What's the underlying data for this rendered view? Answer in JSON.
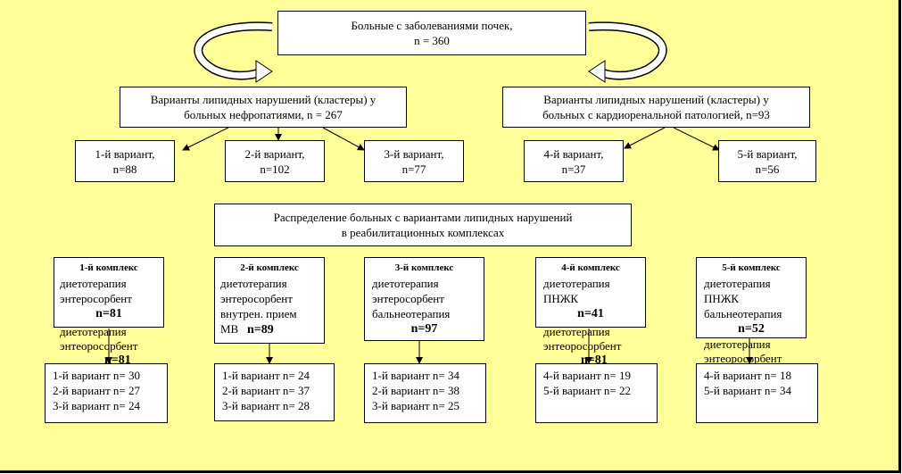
{
  "top": {
    "line1": "Больные с заболеваниями почек,",
    "line2": "n = 360"
  },
  "nephro": {
    "line1": "Варианты липидных нарушений (кластеры) у",
    "line2": "больных нефропатиями,  n = 267"
  },
  "cardio": {
    "line1": "Варианты  липидных  нарушений  (кластеры)  у",
    "line2": "больных с кардиоренальной патологией, n=93"
  },
  "variants": [
    {
      "label": "1-й вариант,",
      "n": "n=88"
    },
    {
      "label": "2-й вариант,",
      "n": "n=102"
    },
    {
      "label": "3-й вариант,",
      "n": "n=77"
    },
    {
      "label": "4-й вариант,",
      "n": "n=37"
    },
    {
      "label": "5-й вариант,",
      "n": "n=56"
    }
  ],
  "distribution": {
    "line1": "Распределение больных с вариантами липидных нарушений",
    "line2": "в реабилитационных комплексах"
  },
  "complexes": [
    {
      "title": "1-й комплекс",
      "lines": [
        "диетотерапия",
        "энтеросорбент"
      ],
      "total": "n=81"
    },
    {
      "title": "2-й комплекс",
      "lines": [
        "диетотерапия",
        "энтеросорбент",
        "внутрен.   прием"
      ],
      "last_prefix": "МВ",
      "total": "n=89"
    },
    {
      "title": "3-й комплекс",
      "lines": [
        "диетотерапия",
        "энтеросорбент",
        "бальнеотерапия"
      ],
      "total": "n=97"
    },
    {
      "title": "4-й комплекс",
      "lines": [
        "диетотерапия",
        "ПНЖК"
      ],
      "total": "n=41"
    },
    {
      "title": "5-й комплекс",
      "lines": [
        "диетотерапия",
        "ПНЖК",
        "бальнеотерапия"
      ],
      "total": "n=52"
    }
  ],
  "overflow": {
    "c1": {
      "line1": "диетотерапия",
      "line2": "энтеоросорбент",
      "line3": "n=81"
    },
    "c4": {
      "line1": "диетотерапия",
      "line2": "энтеоросорбент",
      "line3": "n=81"
    },
    "c5": {
      "line1": "диетотерапия",
      "line2": "энтеоросорбент"
    }
  },
  "distributions": [
    [
      "1-й вариант n= 30",
      "2-й вариант n= 27",
      "3-й вариант n= 24"
    ],
    [
      "1-й вариант n= 24",
      "2-й вариант n= 37",
      "3-й вариант n= 28"
    ],
    [
      "1-й вариант n= 34",
      "2-й вариант n= 38",
      "3-й вариант n= 25"
    ],
    [
      "4-й вариант n= 19",
      "5-й вариант n= 22"
    ],
    [
      "4-й вариант n= 18",
      "5-й вариант n= 34"
    ]
  ]
}
